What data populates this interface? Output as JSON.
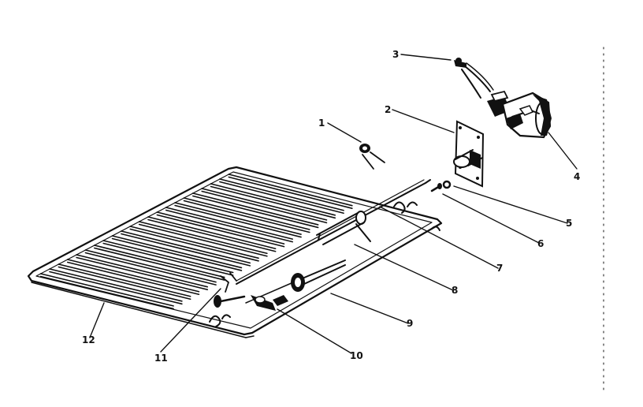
{
  "diagram": {
    "parts": [
      {
        "label": "1"
      },
      {
        "label": "2"
      },
      {
        "label": "3"
      },
      {
        "label": "4"
      },
      {
        "label": "5"
      },
      {
        "label": "6"
      },
      {
        "label": "7"
      },
      {
        "label": "8"
      },
      {
        "label": "9"
      },
      {
        "label": "10"
      },
      {
        "label": "11"
      },
      {
        "label": "12"
      }
    ]
  }
}
